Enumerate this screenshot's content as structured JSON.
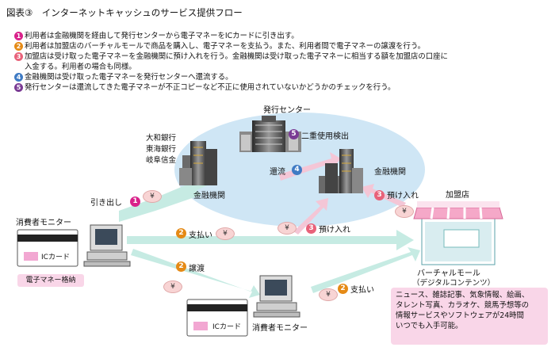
{
  "title": "図表③　インターネットキャッシュのサービス提供フロー",
  "steps": [
    {
      "num": "1",
      "text": "利用者は金融機関を経由して発行センターから電子マネーをICカードに引き出す。"
    },
    {
      "num": "2",
      "text": "利用者は加盟店のバーチャルモールで商品を購入し、電子マネーを支払う。また、利用者間で電子マネーの譲渡を行う。"
    },
    {
      "num": "3",
      "text": "加盟店は受け取った電子マネーを金融機関に預け入れを行う。金融機関は受け取った電子マネーに相当する額を加盟店の口座に",
      "text2": "入金する。利用者の場合も同様。"
    },
    {
      "num": "4",
      "text": "金融機関は受け取った電子マネーを発行センターへ還流する。"
    },
    {
      "num": "5",
      "text": "発行センターは還流してきた電子マネーが不正コピーなど不正に使用されていないかどうかのチェックを行う。"
    }
  ],
  "center": {
    "label": "発行センター",
    "double_use": "二重使用検出",
    "return": "還流"
  },
  "banks_left": {
    "names": [
      "大和銀行",
      "東海銀行",
      "岐阜信金"
    ],
    "label": "金融機関"
  },
  "bank_right": {
    "label": "金融機関"
  },
  "flows": {
    "withdraw": "引き出し",
    "deposit_top": "預け入れ",
    "deposit_mid": "預け入れ",
    "pay_top": "支払い",
    "pay_bottom": "支払い",
    "transfer": "譲渡"
  },
  "yen_symbol": "¥",
  "consumer_top": {
    "label": "消費者モニター",
    "card": "ICカード",
    "badge": "電子マネー格納"
  },
  "consumer_bottom": {
    "label": "消費者モニター",
    "card": "ICカード"
  },
  "shop": {
    "label": "加盟店",
    "mall": "バーチャルモール",
    "mall_sub": "（デジタルコンテンツ）"
  },
  "description": [
    "ニュース、雑誌記事、気象情報、絵画、",
    "タレント写真、カラオケ、競馬予想等の",
    "情報サービスやソフトウェアが24時間",
    "いつでも入手可能。"
  ],
  "colors": {
    "pink": "#d9218a",
    "orange": "#e58a16",
    "rose": "#e8627a",
    "blue": "#3f7bc4",
    "purple": "#7a3b94",
    "ellipse": "#cfe6f5",
    "arrow_green": "#c6ebe3",
    "arrow_pink": "#f4c6d6"
  }
}
